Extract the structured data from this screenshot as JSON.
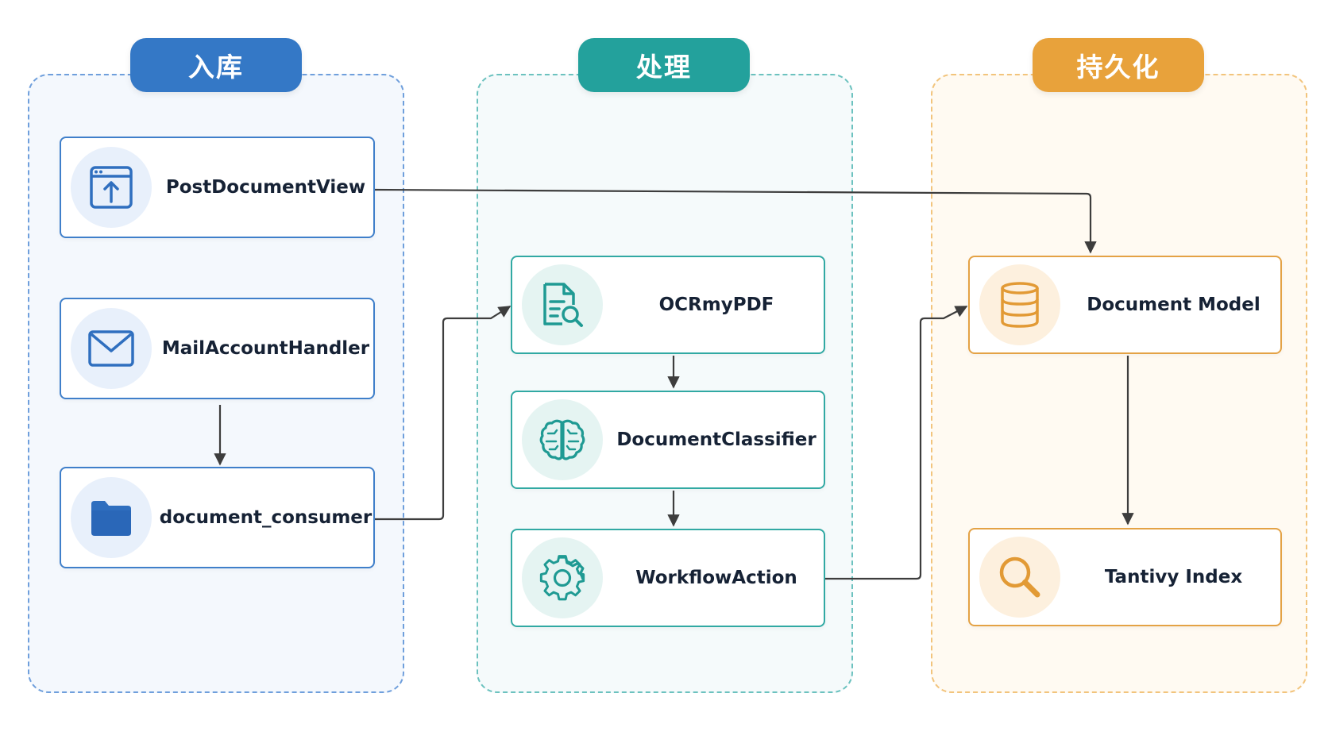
{
  "lanes": {
    "ingest": {
      "title": "入库"
    },
    "process": {
      "title": "处理"
    },
    "persist": {
      "title": "持久化"
    }
  },
  "nodes": {
    "post_document_view": {
      "label": "PostDocumentView",
      "icon": "upload-window-icon"
    },
    "mail_account_handler": {
      "label": "MailAccountHandler",
      "icon": "mail-icon"
    },
    "document_consumer": {
      "label": "document_consumer",
      "icon": "folder-icon"
    },
    "ocrmypdf": {
      "label": "OCRmyPDF",
      "icon": "document-search-icon"
    },
    "document_classifier": {
      "label": "DocumentClassifier",
      "icon": "brain-icon"
    },
    "workflow_action": {
      "label": "WorkflowAction",
      "icon": "gear-icon"
    },
    "document_model": {
      "label": "Document Model",
      "icon": "database-icon"
    },
    "tantivy_index": {
      "label": "Tantivy Index",
      "icon": "search-icon"
    }
  },
  "edges": [
    {
      "from": "PostDocumentView",
      "to": "Document Model"
    },
    {
      "from": "MailAccountHandler",
      "to": "document_consumer"
    },
    {
      "from": "document_consumer",
      "to": "OCRmyPDF"
    },
    {
      "from": "OCRmyPDF",
      "to": "DocumentClassifier"
    },
    {
      "from": "DocumentClassifier",
      "to": "WorkflowAction"
    },
    {
      "from": "WorkflowAction",
      "to": "Document Model"
    },
    {
      "from": "Document Model",
      "to": "Tantivy Index"
    }
  ],
  "colors": {
    "ingest": "#3478c6",
    "process": "#23a19c",
    "persist": "#e8a23b",
    "edge": "#3d3d3d",
    "text": "#162235"
  }
}
